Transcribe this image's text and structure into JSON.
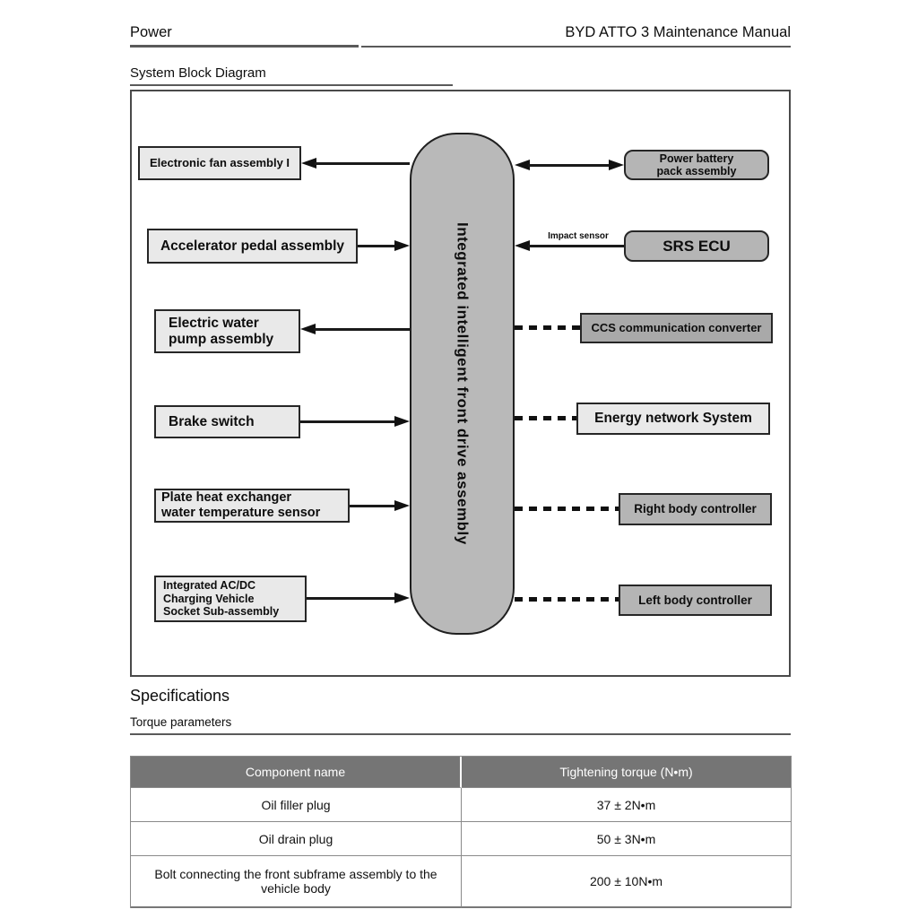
{
  "header": {
    "section": "Power",
    "manual": "BYD ATTO 3 Maintenance Manual"
  },
  "diagram": {
    "title": "System Block Diagram",
    "center_node": {
      "label": "Integrated intelligent front drive assembly"
    },
    "left_nodes": [
      {
        "label": "Electronic fan assembly I",
        "arrow": "from-center"
      },
      {
        "label": "Accelerator pedal assembly",
        "arrow": "to-center"
      },
      {
        "label": "Electric water\npump assembly",
        "arrow": "from-center"
      },
      {
        "label": "Brake switch",
        "arrow": "to-center"
      },
      {
        "label": "Plate heat exchanger\nwater temperature sensor",
        "arrow": "to-center"
      },
      {
        "label": "Integrated AC/DC\nCharging Vehicle\nSocket Sub-assembly",
        "arrow": "to-center"
      }
    ],
    "right_nodes": [
      {
        "label": "Power battery\npack assembly",
        "link": "bidirectional-arrow"
      },
      {
        "label": "SRS ECU",
        "link": "arrow-to-center",
        "link_label": "Impact sensor"
      },
      {
        "label": "CCS communication converter",
        "link": "dashed"
      },
      {
        "label": "Energy network System",
        "link": "dashed"
      },
      {
        "label": "Right body controller",
        "link": "dashed"
      },
      {
        "label": "Left  body controller",
        "link": "dashed"
      }
    ]
  },
  "specifications": {
    "title": "Specifications",
    "subtitle": "Torque parameters",
    "table": {
      "headers": [
        "Component name",
        "Tightening torque (N•m)"
      ],
      "rows": [
        [
          "Oil filler plug",
          "37 ± 2N•m"
        ],
        [
          "Oil drain plug",
          "50 ± 3N•m"
        ],
        [
          "Bolt connecting the front subframe assembly to the vehicle body",
          "200 ± 10N•m"
        ]
      ]
    }
  },
  "colors": {
    "box_light": "#e9e9e9",
    "box_mid": "#b5b5b5",
    "box_dark": "#a9a9a9",
    "table_header_bg": "#757575",
    "line": "#111111"
  }
}
